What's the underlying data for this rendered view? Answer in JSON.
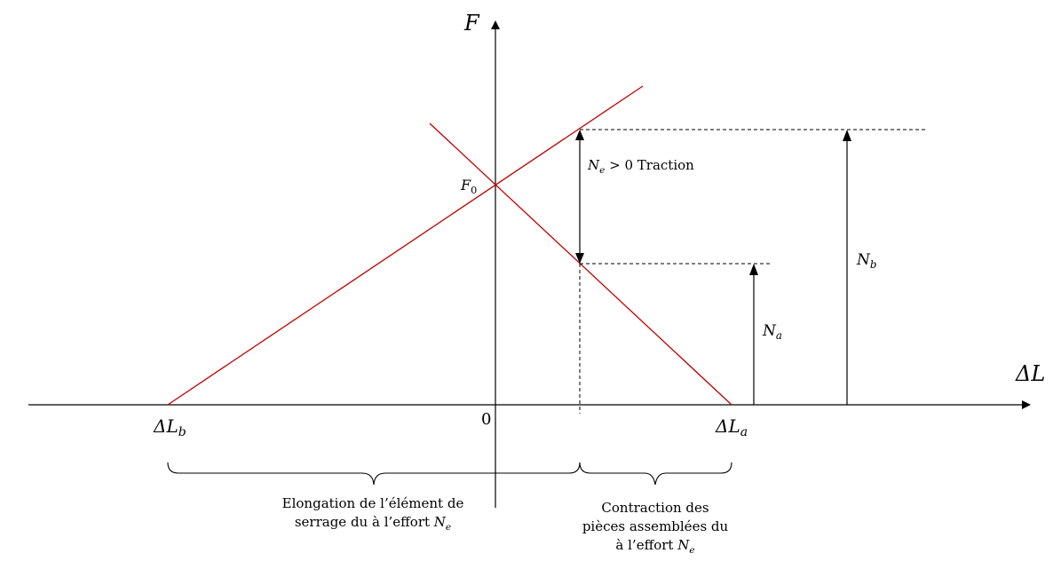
{
  "labels": {
    "axis_y": "F",
    "axis_x": "ΔL",
    "origin": "0",
    "f0": "F",
    "f0_sub": "0",
    "dlb": "ΔL",
    "dlb_sub": "b",
    "dla": "ΔL",
    "dla_sub": "a",
    "ne_sym": "N",
    "ne_sub": "e",
    "ne_rest": "> 0 Traction",
    "na": "N",
    "na_sub": "a",
    "nb": "N",
    "nb_sub": "b"
  },
  "captions": {
    "left_line1": "Elongation de l’élément de",
    "left_line2_text": "serrage du à l’effort ",
    "left_line2_sym": "N",
    "left_line2_sub": "e",
    "right_line1": "Contraction des",
    "right_line2": "pièces assemblées du",
    "right_line3_text": "à l’effort ",
    "right_line3_sym": "N",
    "right_line3_sub": "e"
  },
  "colors": {
    "curve": "#c00000",
    "ink": "#000000"
  }
}
